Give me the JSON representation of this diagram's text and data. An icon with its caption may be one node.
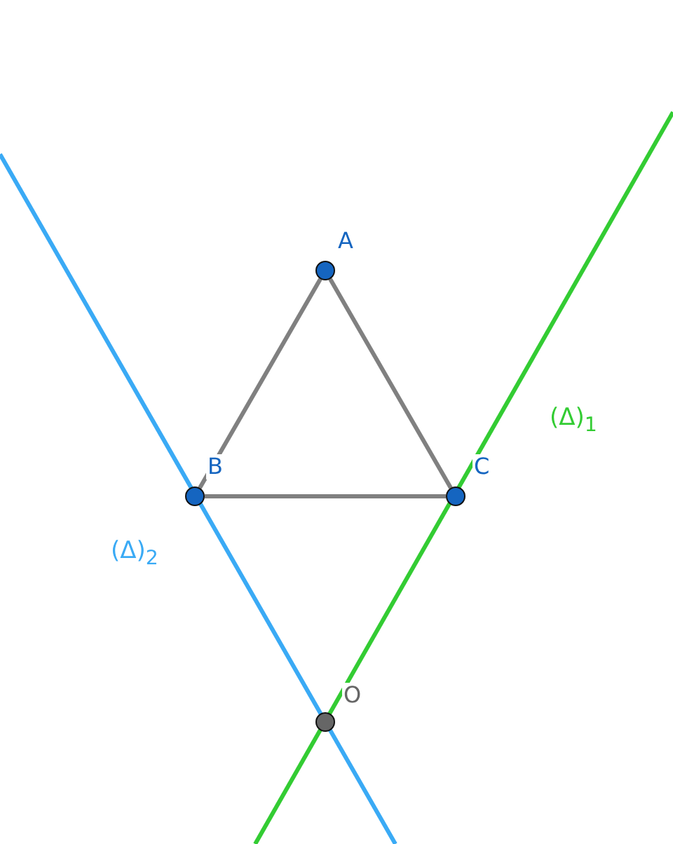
{
  "diagram": {
    "nodes": [
      {
        "text": [
          "A"
        ]
      },
      {
        "text": [
          "B"
        ]
      },
      {
        "text": [
          "C"
        ]
      },
      {
        "text": [
          "O"
        ]
      }
    ],
    "edges": [
      {
        "from": 0,
        "to": 1,
        "arrow": "none"
      },
      {
        "from": 1,
        "to": 2,
        "arrow": "none"
      },
      {
        "from": 2,
        "to": 0,
        "arrow": "none"
      }
    ],
    "labels": [
      "(Δ)$_{1}$",
      "(Δ)$_{2}$"
    ]
  }
}
